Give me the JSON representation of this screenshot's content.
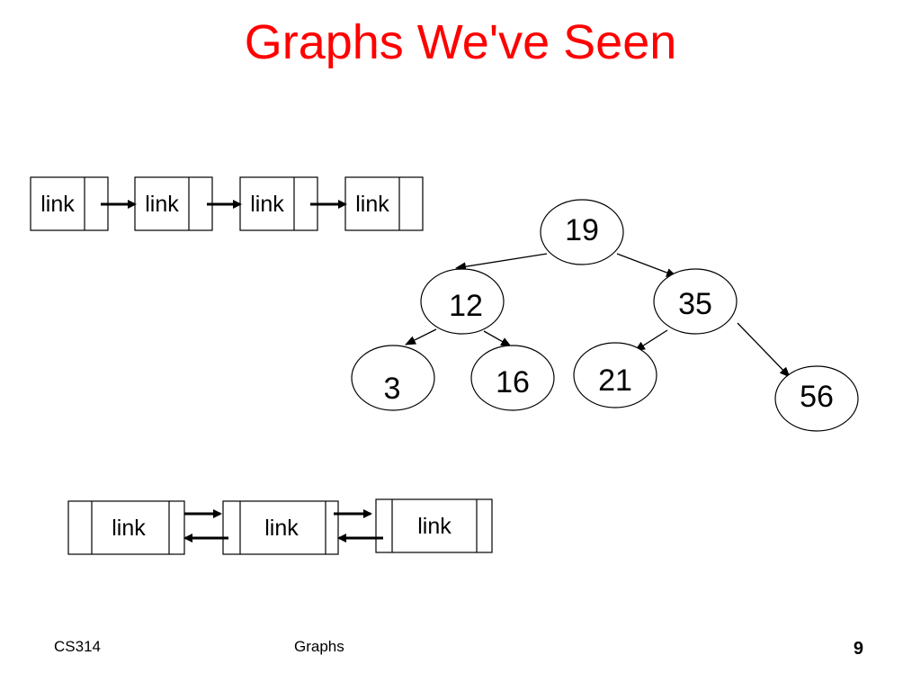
{
  "slide": {
    "title": "Graphs We've Seen",
    "footer_left": "CS314",
    "footer_center": "Graphs",
    "page_number": "9",
    "title_color": "#ff0000"
  },
  "singly_linked_list": {
    "nodes": [
      "link",
      "link",
      "link",
      "link"
    ]
  },
  "binary_tree": {
    "nodes": {
      "n19": "19",
      "n12": "12",
      "n35": "35",
      "n3": "3",
      "n16": "16",
      "n21": "21",
      "n56": "56"
    },
    "edges": [
      [
        "19",
        "12"
      ],
      [
        "19",
        "35"
      ],
      [
        "12",
        "3"
      ],
      [
        "12",
        "16"
      ],
      [
        "35",
        "21"
      ],
      [
        "35",
        "56"
      ]
    ]
  },
  "doubly_linked_list": {
    "nodes": [
      "link",
      "link",
      "link"
    ]
  }
}
